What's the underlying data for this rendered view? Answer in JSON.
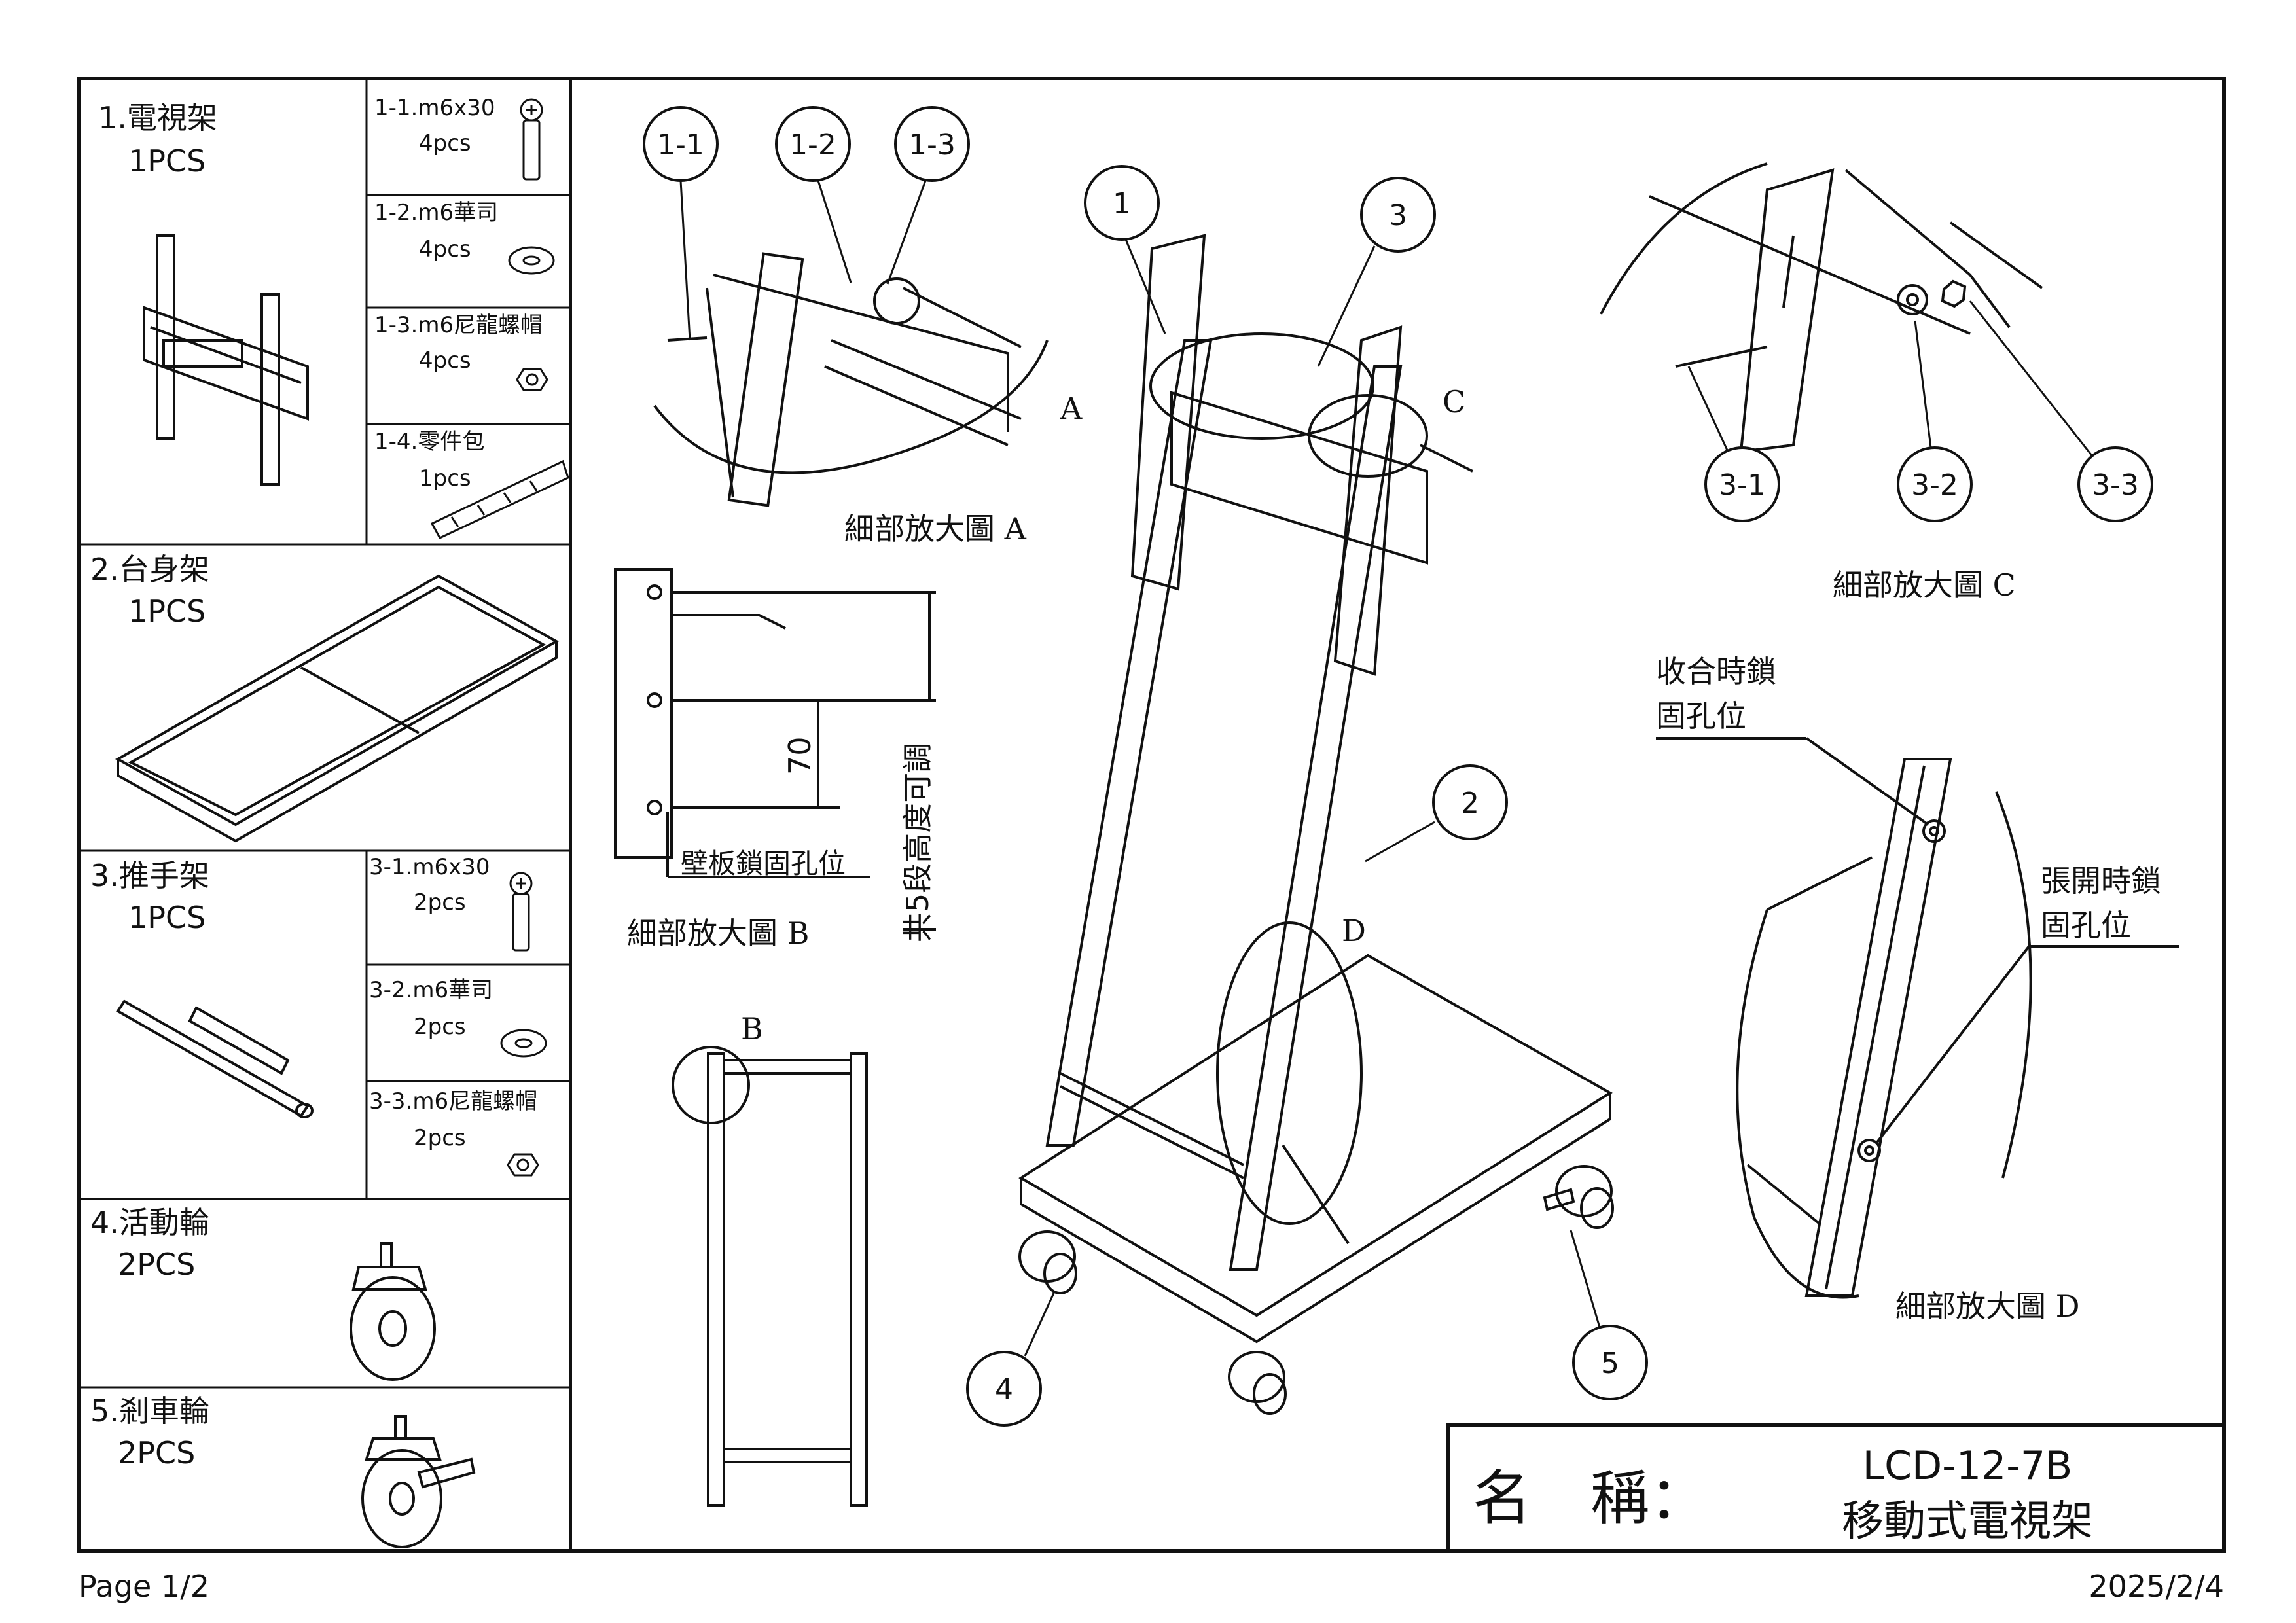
{
  "parts": {
    "p1": {
      "title": "1.電視架",
      "qty": "1PCS"
    },
    "p1_1": {
      "name": "1-1.m6x30",
      "qty": "4pcs"
    },
    "p1_2": {
      "name": "1-2.m6華司",
      "qty": "4pcs"
    },
    "p1_3": {
      "name": "1-3.m6尼龍螺帽",
      "qty": "4pcs"
    },
    "p1_4": {
      "name": "1-4.零件包",
      "qty": "1pcs"
    },
    "p2": {
      "title": "2.台身架",
      "qty": "1PCS"
    },
    "p3": {
      "title": "3.推手架",
      "qty": "1PCS"
    },
    "p3_1": {
      "name": "3-1.m6x30",
      "qty": "2pcs"
    },
    "p3_2": {
      "name": "3-2.m6華司",
      "qty": "2pcs"
    },
    "p3_3": {
      "name": "3-3.m6尼龍螺帽",
      "qty": "2pcs"
    },
    "p4": {
      "title": "4.活動輪",
      "qty": "2PCS"
    },
    "p5": {
      "title": "5.剎車輪",
      "qty": "2PCS"
    }
  },
  "callouts": {
    "c1_1": "1-1",
    "c1_2": "1-2",
    "c1_3": "1-3",
    "c1": "1",
    "c2": "2",
    "c3": "3",
    "c4": "4",
    "c5": "5",
    "c3_1": "3-1",
    "c3_2": "3-2",
    "c3_3": "3-3"
  },
  "details": {
    "a_caption": "細部放大圖 A",
    "b_caption": "細部放大圖 B",
    "c_caption": "細部放大圖 C",
    "d_caption": "細部放大圖 D",
    "letter_a": "A",
    "letter_b": "B",
    "letter_c": "C",
    "letter_d": "D",
    "dim_70": "70",
    "wall_hole": "壁板鎖固孔位",
    "height_adjust": "共5段高度可調",
    "lock_closed_1": "收合時鎖",
    "lock_closed_2": "固孔位",
    "lock_open_1": "張開時鎖",
    "lock_open_2": "固孔位"
  },
  "title_block": {
    "label": "名　稱：",
    "model": "LCD-12-7B",
    "product": "移動式電視架"
  },
  "footer": {
    "page": "Page 1/2",
    "date": "2025/2/4"
  }
}
